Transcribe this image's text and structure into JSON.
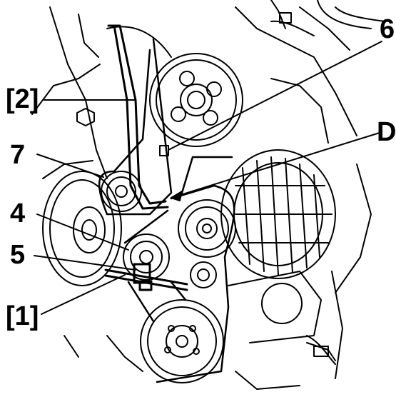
{
  "figure": {
    "labels": {
      "ref_2": "[2]",
      "num_7": "7",
      "num_4": "4",
      "num_5": "5",
      "ref_1": "[1]",
      "num_6": "6",
      "letter_d": "D"
    }
  },
  "colors": {
    "ink": "#000000",
    "paper": "#ffffff"
  }
}
